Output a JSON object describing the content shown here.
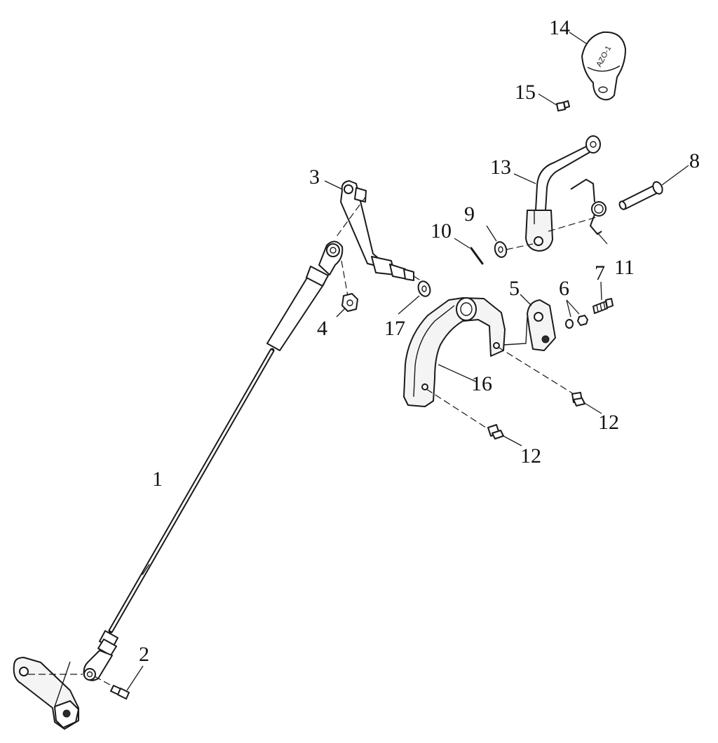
{
  "colors": {
    "line": "#1a1a1a",
    "background": "#ffffff"
  },
  "callouts": {
    "c1": "1",
    "c2": "2",
    "c3": "3",
    "c4": "4",
    "c5": "5",
    "c6": "6",
    "c7": "7",
    "c8": "8",
    "c9": "9",
    "c10": "10",
    "c11": "11",
    "c12a": "12",
    "c12b": "12",
    "c13": "13",
    "c14": "14",
    "c15": "15",
    "c16": "16",
    "c17": "17"
  },
  "knob_text": "AZO-1"
}
